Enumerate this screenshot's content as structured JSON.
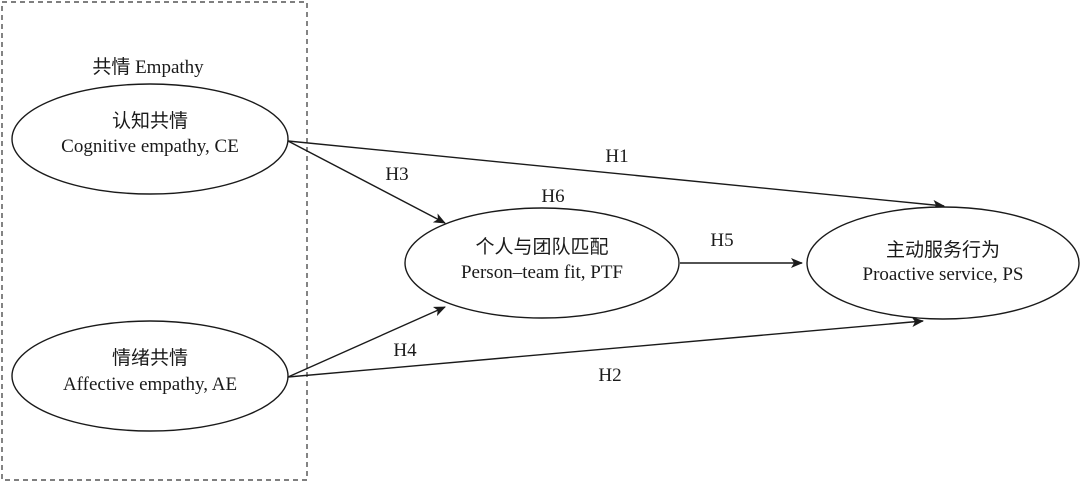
{
  "group": {
    "label": "共情 Empathy"
  },
  "nodes": {
    "ce": {
      "line1": "认知共情",
      "line2": "Cognitive empathy, CE"
    },
    "ae": {
      "line1": "情绪共情",
      "line2": "Affective empathy, AE"
    },
    "ptf": {
      "line1": "个人与团队匹配",
      "line2": "Person–team fit, PTF"
    },
    "ps": {
      "line1": "主动服务行为",
      "line2": "Proactive service, PS"
    }
  },
  "edges": {
    "h1": {
      "label": "H1",
      "from": "ce",
      "to": "ps"
    },
    "h2": {
      "label": "H2",
      "from": "ae",
      "to": "ps"
    },
    "h3": {
      "label": "H3",
      "from": "ce",
      "to": "ptf"
    },
    "h4": {
      "label": "H4",
      "from": "ae",
      "to": "ptf"
    },
    "h5": {
      "label": "H5",
      "from": "ptf",
      "to": "ps"
    },
    "h6": {
      "label": "H6"
    }
  },
  "colors": {
    "stroke": "#1a1a1a",
    "background": "#ffffff"
  }
}
